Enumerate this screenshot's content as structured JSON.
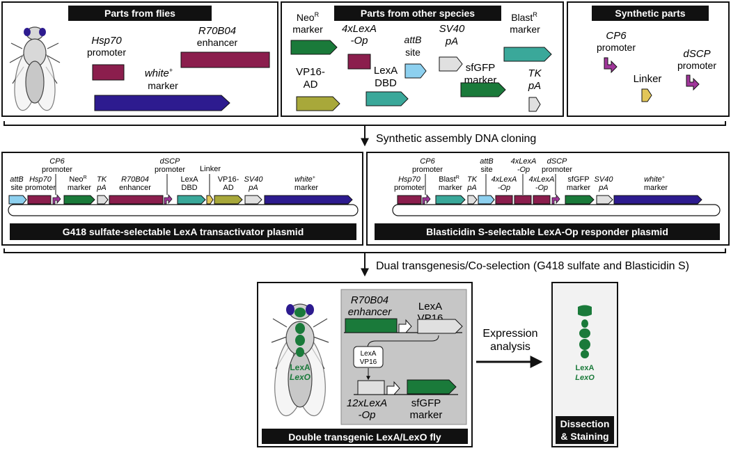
{
  "colors": {
    "maroon": "#8b1e4d",
    "navy": "#2d1b8f",
    "green": "#1a7a3a",
    "teal": "#3aa89a",
    "olive": "#a8a83a",
    "light_blue": "#8dd0ef",
    "gray": "#e0e0e0",
    "purple": "#a0369a",
    "yellow": "#e2c659",
    "panel_gray": "#c6c6c6",
    "header_bg": "#111111"
  },
  "top": {
    "flies": {
      "title": "Parts from flies",
      "hsp70": [
        "Hsp70",
        "promoter"
      ],
      "r70b04": [
        "R70B04",
        "enhancer"
      ],
      "white": [
        "white",
        "+",
        "marker"
      ]
    },
    "other": {
      "title": "Parts from other species",
      "neo": [
        "Neo",
        "R",
        "marker"
      ],
      "lexa_op": [
        "4xLexA",
        "-Op"
      ],
      "attb": [
        "attB",
        "site"
      ],
      "sv40": [
        "SV40",
        "pA"
      ],
      "blast": [
        "Blast",
        "R",
        "marker"
      ],
      "vp16": [
        "VP16-",
        "AD"
      ],
      "lexa_dbd": [
        "LexA",
        "DBD"
      ],
      "sfgfp": [
        "sfGFP",
        "marker"
      ],
      "tk": [
        "TK",
        "pA"
      ]
    },
    "synthetic": {
      "title": "Synthetic parts",
      "cp6": [
        "CP6",
        "promoter"
      ],
      "dscp": [
        "dSCP",
        "promoter"
      ],
      "linker": "Linker"
    }
  },
  "arrow1_label": "Synthetic assembly DNA cloning",
  "plasmid1": {
    "title": "G418 sulfate-selectable LexA transactivator plasmid",
    "labels": {
      "attb": [
        "attB",
        "site"
      ],
      "hsp70": [
        "Hsp70",
        "promoter"
      ],
      "cp6": [
        "CP6",
        "promoter"
      ],
      "neo": [
        "Neo",
        "R",
        "marker"
      ],
      "tk": [
        "TK",
        "pA"
      ],
      "r70b04": [
        "R70B04",
        "enhancer"
      ],
      "dscp": [
        "dSCP",
        "promoter"
      ],
      "lexa": [
        "LexA",
        "DBD"
      ],
      "linker": "Linker",
      "vp16": [
        "VP16-",
        "AD"
      ],
      "sv40": [
        "SV40",
        "pA"
      ],
      "white": [
        "white",
        "+",
        "marker"
      ]
    }
  },
  "plasmid2": {
    "title": "Blasticidin S-selectable LexA-Op responder plasmid",
    "labels": {
      "hsp70": [
        "Hsp70",
        "promoter"
      ],
      "cp6": [
        "CP6",
        "promoter"
      ],
      "blast": [
        "Blast",
        "R",
        "marker"
      ],
      "tk": [
        "TK",
        "pA"
      ],
      "attb": [
        "attB",
        "site"
      ],
      "op1": [
        "4xLexA",
        "-Op"
      ],
      "op2": [
        "4xLexA",
        "-Op"
      ],
      "dscp": [
        "dSCP",
        "promoter"
      ],
      "sfgfp": [
        "sfGFP",
        "marker"
      ],
      "sv40": [
        "SV40",
        "pA"
      ],
      "white": [
        "white",
        "+",
        "marker"
      ]
    }
  },
  "arrow2_label": "Dual transgenesis/Co-selection (G418 sulfate and Blasticidin S)",
  "bottom": {
    "fly_title": "Double transgenic LexA/LexO fly",
    "fly_lexa": "LexA",
    "fly_lexo": "LexO",
    "gray_panel": {
      "r70b04": [
        "R70B04",
        "enhancer"
      ],
      "lexa_vp16": [
        "LexA",
        "VP16"
      ],
      "protein": [
        "LexA",
        "VP16"
      ],
      "op": [
        "12xLexA",
        "-Op"
      ],
      "sfgfp": [
        "sfGFP",
        "marker"
      ]
    },
    "expression": [
      "Expression",
      "analysis"
    ],
    "dissection_title": [
      "Dissection",
      "& Staining"
    ],
    "dis_lexa": "LexA",
    "dis_lexo": "LexO"
  }
}
